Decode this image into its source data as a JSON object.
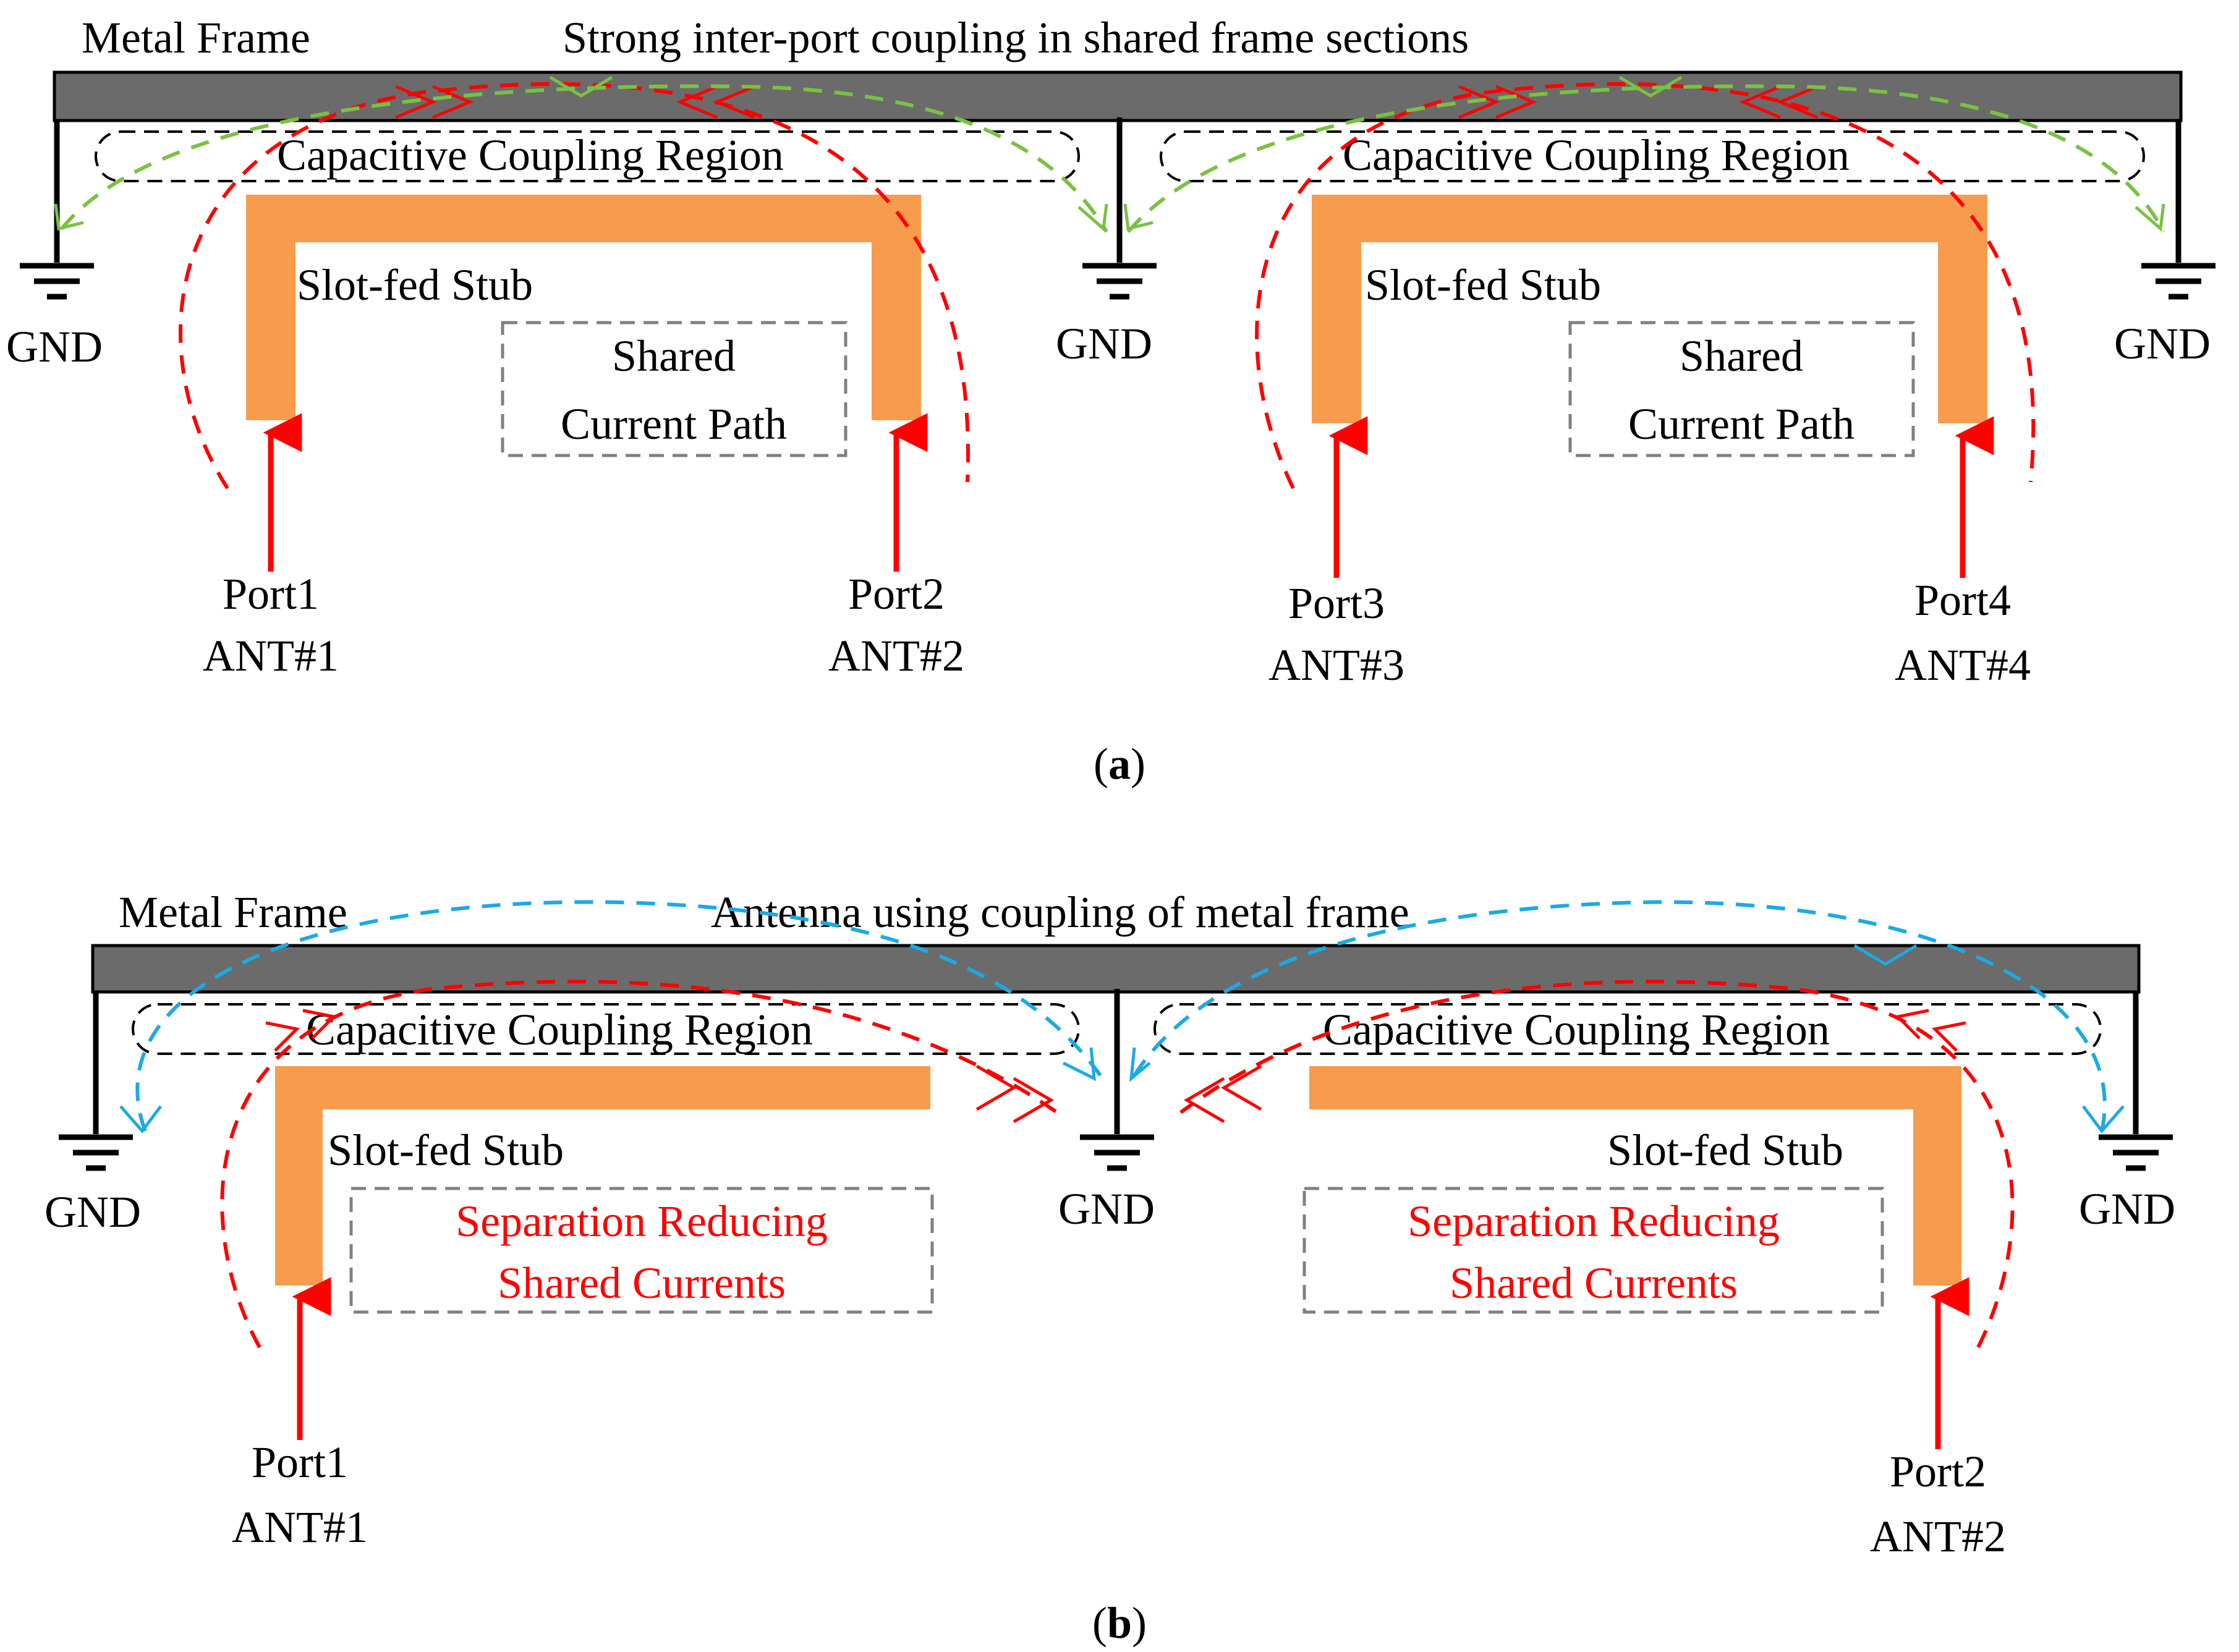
{
  "panel_a": {
    "frame_label": "Metal Frame",
    "title": "Strong inter-port coupling in shared frame sections",
    "coupling_label": "Capacitive Coupling Region",
    "stub_label": "Slot-fed Stub",
    "shared_line1": "Shared",
    "shared_line2": "Current Path",
    "gnd_label": "GND",
    "ports": [
      {
        "port": "Port1",
        "ant": "ANT#1"
      },
      {
        "port": "Port2",
        "ant": "ANT#2"
      },
      {
        "port": "Port3",
        "ant": "ANT#3"
      },
      {
        "port": "Port4",
        "ant": "ANT#4"
      }
    ],
    "caption_open": "(",
    "caption_letter": "a",
    "caption_close": ")"
  },
  "panel_b": {
    "frame_label": "Metal Frame",
    "title": "Antenna using coupling of metal frame",
    "coupling_label": "Capacitive Coupling Region",
    "stub_label": "Slot-fed Stub",
    "sep_line1": "Separation Reducing",
    "sep_line2": "Shared Currents",
    "gnd_label": "GND",
    "ports": [
      {
        "port": "Port1",
        "ant": "ANT#1"
      },
      {
        "port": "Port2",
        "ant": "ANT#2"
      }
    ],
    "caption_open": "(",
    "caption_letter": "b",
    "caption_close": ")"
  },
  "colors": {
    "frame": "#6b6b6b",
    "stub": "#f79c4d",
    "current_red": "#ff0000",
    "coupling_green": "#7ac142",
    "coupling_blue": "#1ca9e6",
    "box_grey": "#808080"
  }
}
